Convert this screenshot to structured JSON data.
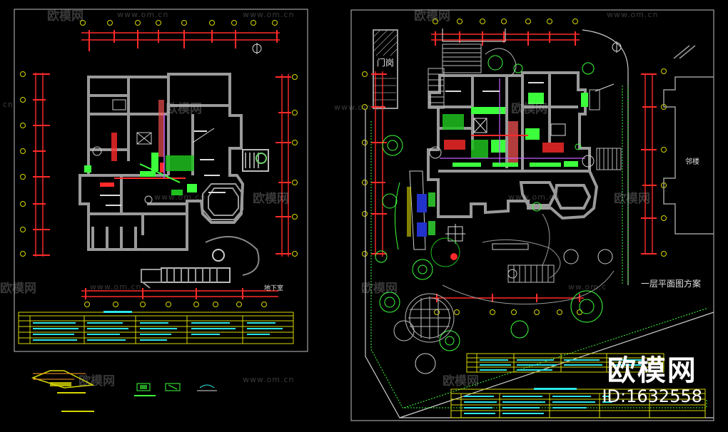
{
  "labels": {
    "basement_caption": "地下室",
    "gatehouse": "门岗",
    "neighbor": "邻楼",
    "first_floor_caption": "一层平面图方案"
  },
  "watermark": {
    "brand": "欧模网",
    "url": "www.om.cn",
    "partial_left": "cn",
    "partial_right": "ww.om.c"
  },
  "brand_stamp": {
    "name": "欧模网",
    "id": "ID:1632558"
  },
  "colors": {
    "background": "#000000",
    "wall": "#9a9a9a",
    "dimension_red": "#ff2a2a",
    "green_line": "#3cff3c",
    "cyan_table": "#2de6e6",
    "yellow_frame": "#d8d800",
    "sheet_border": "#bfbfbf"
  }
}
